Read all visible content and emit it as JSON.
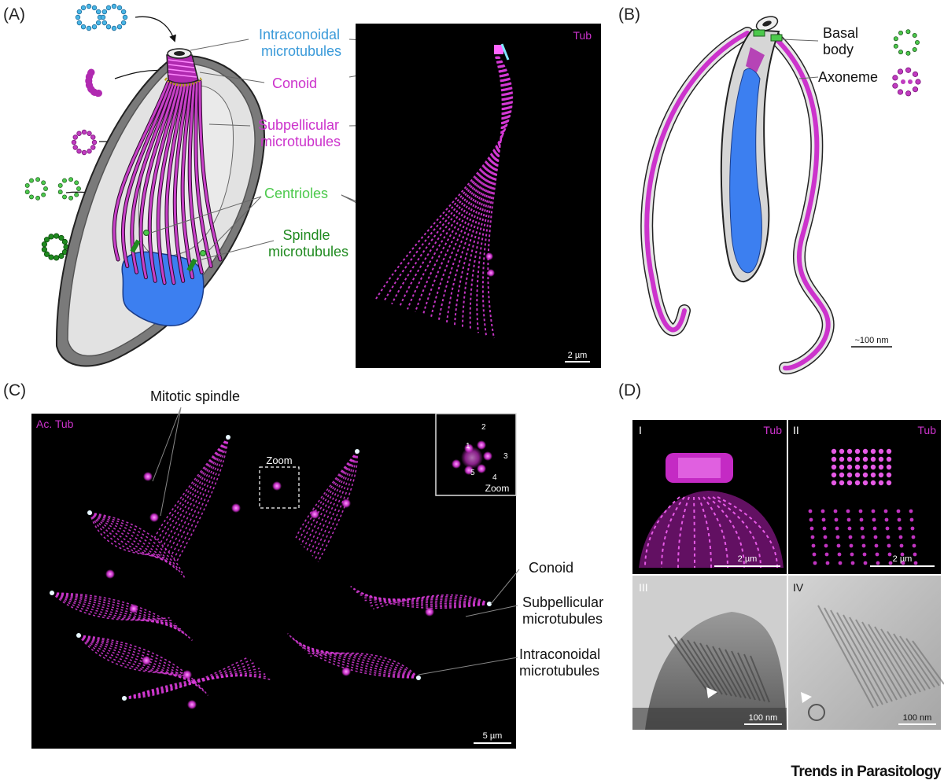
{
  "panels": {
    "A": {
      "letter": "(A)",
      "labels": {
        "intraconoidal": "Intraconoidal\nmicrotubules",
        "conoid": "Conoid",
        "subpellicular": "Subpellicular\nmicrotubules",
        "centrioles": "Centrioles",
        "spindle": "Spindle\nmicrotubules"
      },
      "image_channel": "Tub",
      "scale_bar": "2 µm"
    },
    "B": {
      "letter": "(B)",
      "labels": {
        "basal_body": "Basal\nbody",
        "axoneme": "Axoneme"
      },
      "scale_bar": "~100 nm"
    },
    "C": {
      "letter": "(C)",
      "image_channel": "Ac. Tub",
      "labels": {
        "mitotic_spindle": "Mitotic spindle",
        "zoom_box": "Zoom",
        "inset_zoom": "Zoom",
        "conoid": "Conoid",
        "subpellicular": "Subpellicular\nmicrotubules",
        "intraconoidal": "Intraconoidal\nmicrotubules"
      },
      "inset_numbers": [
        "1",
        "2",
        "3",
        "4",
        "5"
      ],
      "scale_bar": "5 µm"
    },
    "D": {
      "letter": "(D)",
      "subpanels": [
        {
          "id": "I",
          "channel": "Tub",
          "scale_bar": "2 µm"
        },
        {
          "id": "II",
          "channel": "Tub",
          "scale_bar": "2 µm"
        },
        {
          "id": "III",
          "channel": "",
          "scale_bar": "100 nm"
        },
        {
          "id": "IV",
          "channel": "",
          "scale_bar": "100 nm"
        }
      ]
    }
  },
  "footer": "Trends in Parasitology",
  "colors": {
    "magenta": "#cc33cc",
    "blue_label": "#3a9ad9",
    "green_label": "#4cc94c",
    "dark_green": "#1f8a1f",
    "nucleus": "#3c7ff0",
    "cell_gray": "#dcdcdc",
    "micro_bg": "#000000",
    "micro_signal": "#d63ad6"
  }
}
